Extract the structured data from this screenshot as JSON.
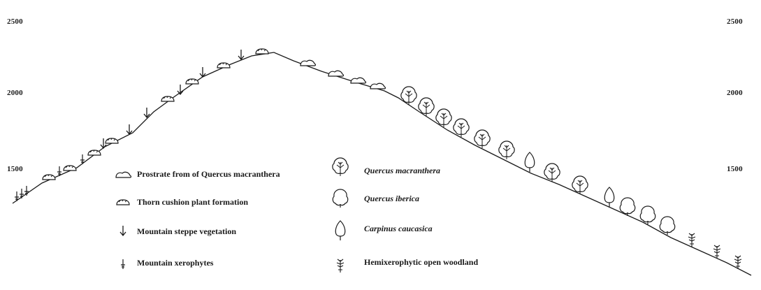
{
  "elevation_labels": {
    "left": [
      "2500",
      "2000",
      "1500"
    ],
    "right": [
      "2500",
      "2000",
      "1500"
    ]
  },
  "legend": {
    "prostrate_quercus": "Prostrate from of Quercus macranthera",
    "thorn_cushion": "Thorn cushion plant formation",
    "mountain_steppe": "Mountain steppe vegetation",
    "mountain_xerophytes": "Mountain xerophytes",
    "quercus_macranthera": "Quercus macranthera",
    "quercus_iberica": "Quercus iberica",
    "carpinus_caucasica": "Carpinus caucasica",
    "hemixerophytic": "Hemixerophytic open woodland"
  },
  "colors": {
    "ink": "#1a1a1a",
    "background": "#ffffff"
  }
}
